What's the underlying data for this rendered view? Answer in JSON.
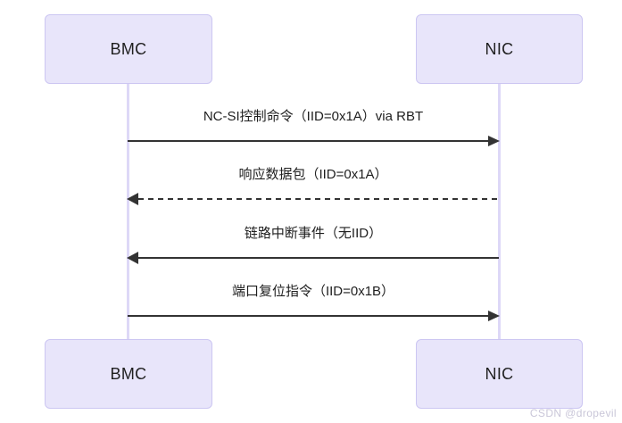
{
  "diagram": {
    "type": "sequence-diagram",
    "participants": [
      {
        "id": "bmc",
        "label": "BMC"
      },
      {
        "id": "nic",
        "label": "NIC"
      }
    ],
    "messages": [
      {
        "label": "NC-SI控制命令（IID=0x1A）via RBT",
        "from": "bmc",
        "to": "nic",
        "direction": "right",
        "line": "solid"
      },
      {
        "label": "响应数据包（IID=0x1A）",
        "from": "nic",
        "to": "bmc",
        "direction": "left",
        "line": "dashed"
      },
      {
        "label": "链路中断事件（无IID）",
        "from": "nic",
        "to": "bmc",
        "direction": "left",
        "line": "solid"
      },
      {
        "label": "端口复位指令（IID=0x1B）",
        "from": "bmc",
        "to": "nic",
        "direction": "right",
        "line": "solid"
      }
    ],
    "colors": {
      "box_fill": "#e8e5fa",
      "box_border": "#ccc6f2",
      "lifeline": "#ddd8f7",
      "arrow": "#333333",
      "text": "#1f1f1f",
      "background": "#ffffff",
      "watermark": "#c9c6d8"
    }
  },
  "watermark": {
    "text": "CSDN @dropevil"
  }
}
